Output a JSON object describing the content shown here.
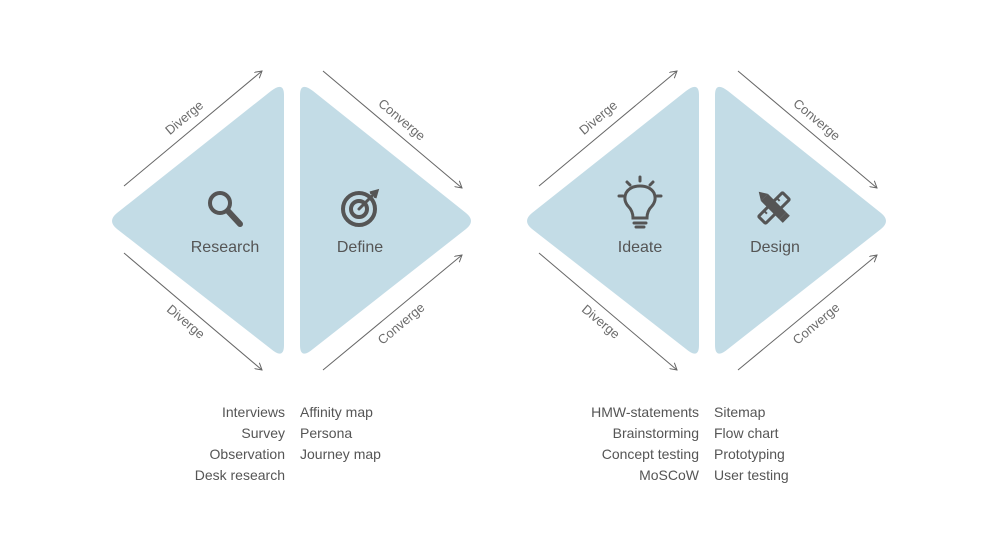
{
  "diamonds": [
    {
      "arrows": {
        "top_left": "Diverge",
        "bottom_left": "Diverge",
        "top_right": "Converge",
        "bottom_right": "Converge"
      },
      "phases": [
        {
          "label": "Research",
          "icon": "magnifier-icon"
        },
        {
          "label": "Define",
          "icon": "target-icon"
        }
      ],
      "methods_left": [
        "Interviews",
        "Survey",
        "Observation",
        "Desk research"
      ],
      "methods_right": [
        "Affinity map",
        "Persona",
        "Journey map"
      ]
    },
    {
      "arrows": {
        "top_left": "Diverge",
        "bottom_left": "Diverge",
        "top_right": "Converge",
        "bottom_right": "Converge"
      },
      "phases": [
        {
          "label": "Ideate",
          "icon": "lightbulb-icon"
        },
        {
          "label": "Design",
          "icon": "pencil-ruler-icon"
        }
      ],
      "methods_left": [
        "HMW-statements",
        "Brainstorming",
        "Concept testing",
        "MoSCoW"
      ],
      "methods_right": [
        "Sitemap",
        "Flow chart",
        "Prototyping",
        "User testing"
      ]
    }
  ],
  "colors": {
    "shape_fill": "#c3dce6",
    "icon": "#555555",
    "text": "#555555",
    "arrow": "#666666"
  }
}
